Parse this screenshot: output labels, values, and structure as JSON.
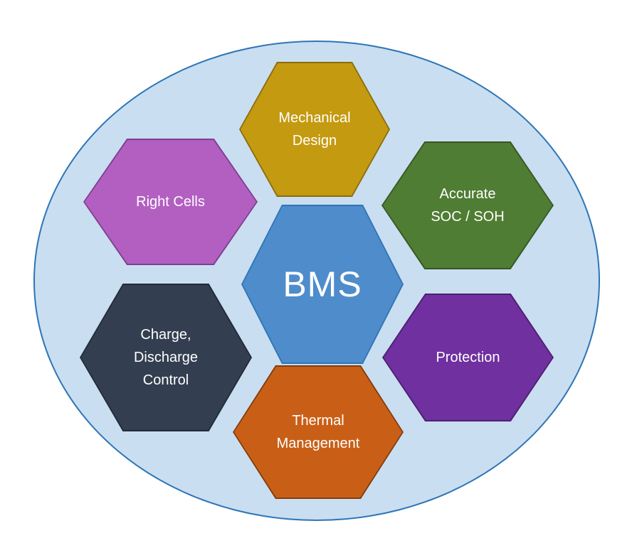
{
  "diagram": {
    "title": "BMS hexagon diagram",
    "ellipse": {
      "fill": "#c9def1",
      "border": "#2e75b6"
    },
    "center": {
      "id": "bms",
      "label": "BMS",
      "fill": "#4f8ccb",
      "border": "#2e75b6"
    },
    "nodes": [
      {
        "id": "mechanical-design",
        "label": "Mechanical\nDesign",
        "fill": "#c49a10",
        "border": "#8a6d0b"
      },
      {
        "id": "right-cells",
        "label": "Right Cells",
        "fill": "#b35fc2",
        "border": "#7d3f8c"
      },
      {
        "id": "accurate-soc-soh",
        "label": "Accurate\nSOC / SOH",
        "fill": "#4f7d33",
        "border": "#375623"
      },
      {
        "id": "charge-discharge",
        "label": "Charge,\nDischarge\nControl",
        "fill": "#333f50",
        "border": "#222a35"
      },
      {
        "id": "protection",
        "label": "Protection",
        "fill": "#7030a0",
        "border": "#4c1f6e"
      },
      {
        "id": "thermal-management",
        "label": "Thermal\nManagement",
        "fill": "#c95f17",
        "border": "#843c0c"
      }
    ]
  }
}
